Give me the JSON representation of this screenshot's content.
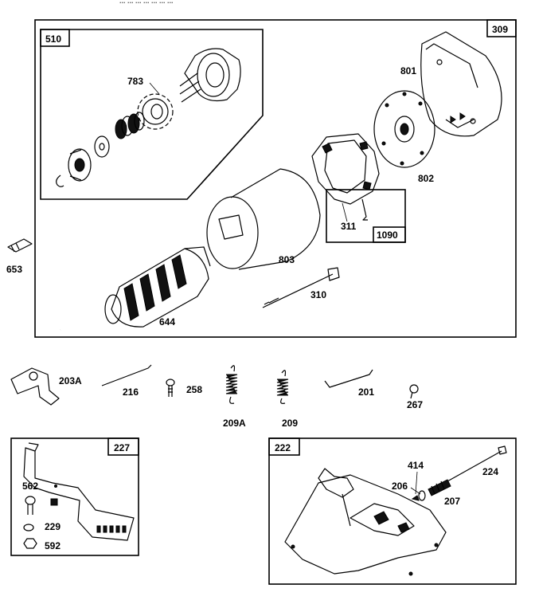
{
  "header": {
    "cropped_text": "...  ...  ...  ...  ...  ...  ..."
  },
  "main_group": {
    "box_number": "309",
    "inset_510": {
      "box_number": "510",
      "labels": [
        "783"
      ]
    },
    "inset_1090": {
      "box_number": "1090",
      "labels": [
        "311"
      ]
    },
    "part_labels": [
      "801",
      "802",
      "803",
      "310",
      "644"
    ]
  },
  "outside_labels": [
    "653",
    "203A",
    "216",
    "258",
    "209A",
    "209",
    "201",
    "267"
  ],
  "group_227": {
    "box_number": "227",
    "labels": [
      "562",
      "229",
      "592"
    ]
  },
  "group_222": {
    "box_number": "222",
    "labels": [
      "414",
      "206",
      "207",
      "224"
    ]
  }
}
